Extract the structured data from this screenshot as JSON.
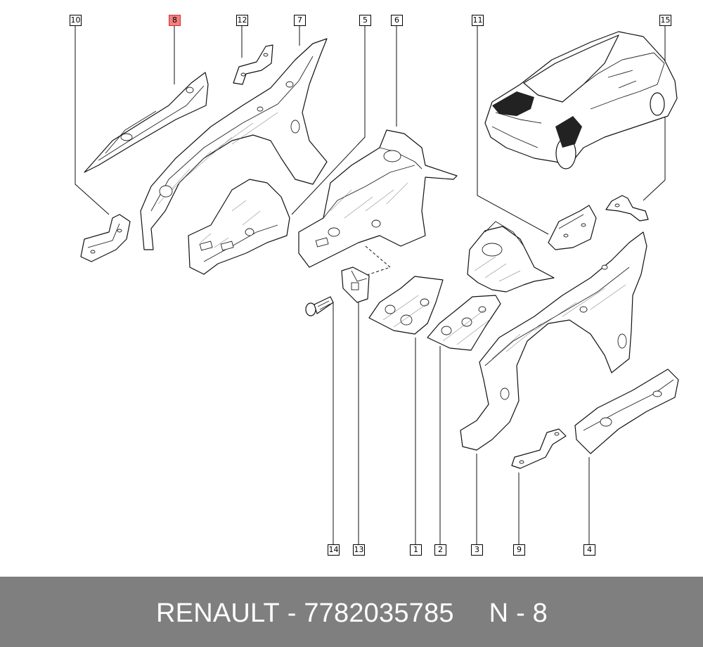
{
  "callouts": [
    {
      "label": "10",
      "highlighted": false
    },
    {
      "label": "8",
      "highlighted": true
    },
    {
      "label": "12",
      "highlighted": false
    },
    {
      "label": "7",
      "highlighted": false
    },
    {
      "label": "5",
      "highlighted": false
    },
    {
      "label": "6",
      "highlighted": false
    },
    {
      "label": "11",
      "highlighted": false
    },
    {
      "label": "15",
      "highlighted": false
    },
    {
      "label": "14",
      "highlighted": false
    },
    {
      "label": "13",
      "highlighted": false
    },
    {
      "label": "1",
      "highlighted": false
    },
    {
      "label": "2",
      "highlighted": false
    },
    {
      "label": "3",
      "highlighted": false
    },
    {
      "label": "9",
      "highlighted": false
    },
    {
      "label": "4",
      "highlighted": false
    }
  ],
  "footer": {
    "brand": "RENAULT",
    "separator": " - ",
    "part_number": "7782035785",
    "position_label": "N - 8"
  },
  "colors": {
    "highlight": "#f47f7f",
    "footer_background": "#7f7f7f",
    "footer_text": "#ffffff"
  }
}
